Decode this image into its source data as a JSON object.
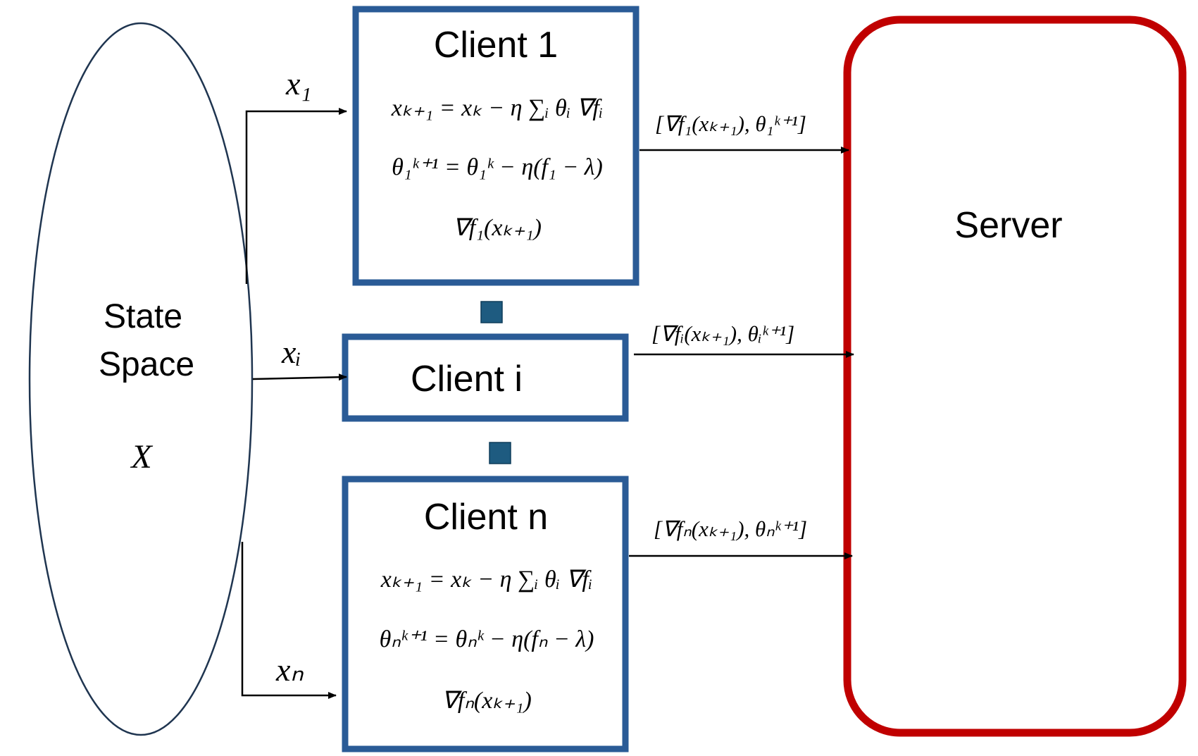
{
  "state_space": {
    "line1": "State",
    "line2": "Space",
    "symbol": "X"
  },
  "inputs": {
    "x1": "x₁",
    "xi": "xᵢ",
    "xn": "xₙ"
  },
  "client_1": {
    "title": "Client 1",
    "eq1": "xₖ₊₁ = xₖ − η ∑ᵢ θᵢ ∇fᵢ",
    "eq2": "θ₁ᵏ⁺¹ = θ₁ᵏ − η(f₁ − λ)",
    "eq3": "∇f₁(xₖ₊₁)"
  },
  "client_i": {
    "title": "Client i"
  },
  "client_n": {
    "title": "Client n",
    "eq1": "xₖ₊₁ = xₖ − η ∑ᵢ θᵢ ∇fᵢ",
    "eq2": "θₙᵏ⁺¹ = θₙᵏ − η(fₙ − λ)",
    "eq3": "∇fₙ(xₖ₊₁)"
  },
  "messages": {
    "m1": "[∇f₁(xₖ₊₁), θ₁ᵏ⁺¹]",
    "mi": "[∇fᵢ(xₖ₊₁), θᵢᵏ⁺¹]",
    "mn": "[∇fₙ(xₖ₊₁), θₙᵏ⁺¹]"
  },
  "server": {
    "label": "Server"
  },
  "colors": {
    "client_border": "#2a5b96",
    "server_border": "#c00000",
    "ellipsis": "#1e5b80",
    "lines": "#000000"
  }
}
